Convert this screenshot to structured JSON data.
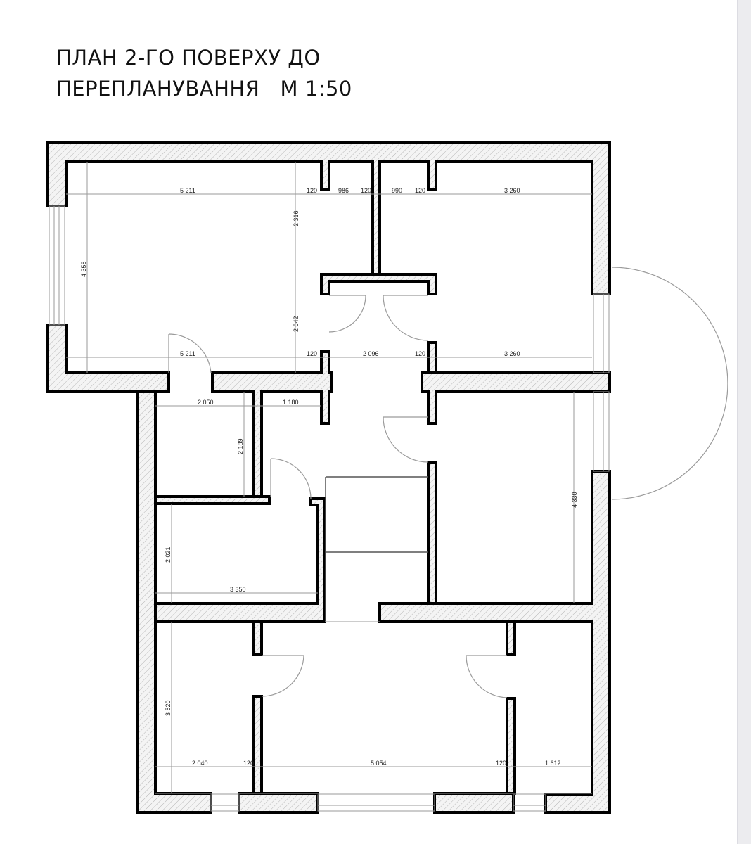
{
  "title": {
    "line1": "ПЛАН 2-ГО ПОВЕРХУ ДО",
    "line2": "ПЕРЕПЛАНУВАННЯ   М 1:50",
    "scale": "М 1:50"
  },
  "dimensions": {
    "top_row": {
      "room1_width": "5 211",
      "wall_a": "120",
      "corridor_a": "986",
      "wall_b": "120",
      "corridor_b": "990",
      "wall_c": "120",
      "room2_width": "3 260"
    },
    "mid_row": {
      "room1_width": "5 211",
      "wall_a": "120",
      "corridor": "2 096",
      "wall_b": "120",
      "room2_width": "3 260"
    },
    "room1_height": "4 358",
    "room1_upper": "2 316",
    "room1_lower": "2 042",
    "small_room_width": "2 050",
    "small_room_height": "2 189",
    "hall_width": "1 180",
    "room_mid_left_height": "2 021",
    "room_mid_left_width": "3 350",
    "room_right_height": "4 330",
    "bottom_left_height": "3 520",
    "bottom_row": {
      "room_a": "2 040",
      "wall_a": "120",
      "room_b": "5 054",
      "wall_b": "120",
      "room_c": "1 612"
    }
  }
}
